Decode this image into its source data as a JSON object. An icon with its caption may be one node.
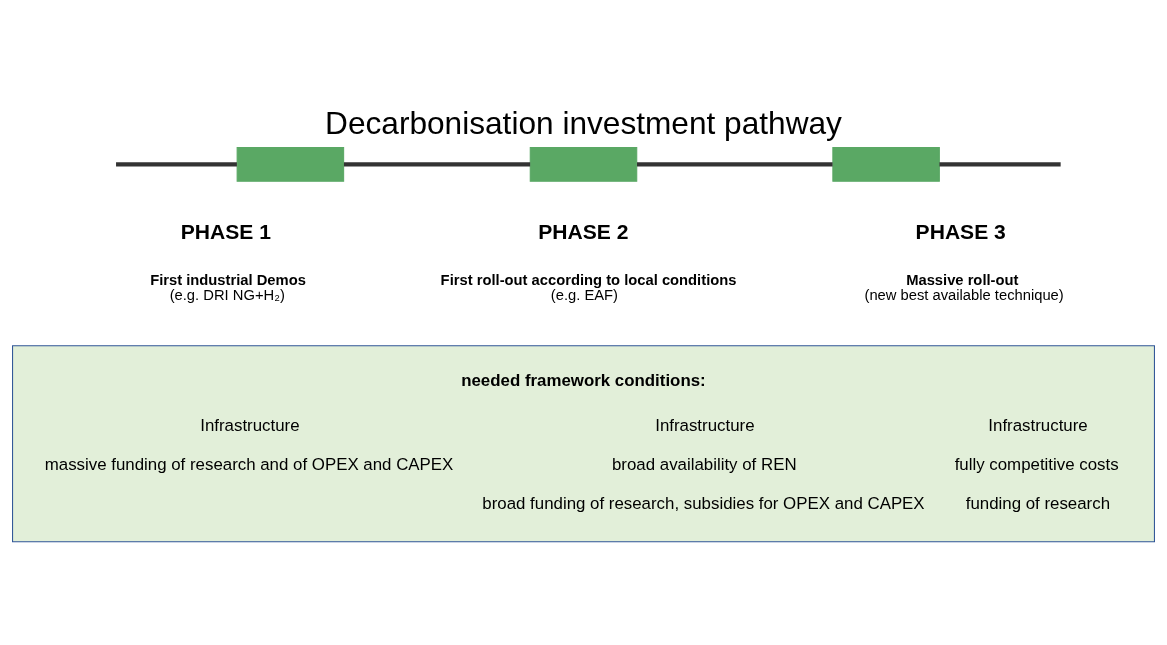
{
  "diagram": {
    "title": "Decarbonisation investment pathway",
    "nodes": [
      {
        "text": [],
        "shape": "box",
        "beside": [
          "PHASE 1",
          "First industrial Demos",
          "(e.g. DRI NG+H₂)"
        ]
      },
      {
        "text": [],
        "shape": "box",
        "beside": [
          "PHASE 2",
          "First roll-out according to local conditions",
          "(e.g. EAF)"
        ]
      },
      {
        "text": [],
        "shape": "box",
        "beside": [
          "PHASE 3",
          "Massive roll-out",
          "(new best available technique)"
        ]
      },
      {
        "text": [
          "needed framework conditions:",
          "Infrastructure",
          "massive funding of research and of OPEX and CAPEX",
          "Infrastructure",
          "broad availability of REN",
          "broad funding of research, subsidies for OPEX and CAPEX",
          "Infrastructure",
          "fully competitive costs",
          "funding of research"
        ]
      }
    ],
    "edges": [
      {
        "from": null,
        "to": 0,
        "arrow": "none"
      },
      {
        "from": 0,
        "to": 1,
        "arrow": "none"
      },
      {
        "from": 1,
        "to": 2,
        "arrow": "none"
      },
      {
        "from": 2,
        "to": null,
        "arrow": "none"
      }
    ]
  }
}
